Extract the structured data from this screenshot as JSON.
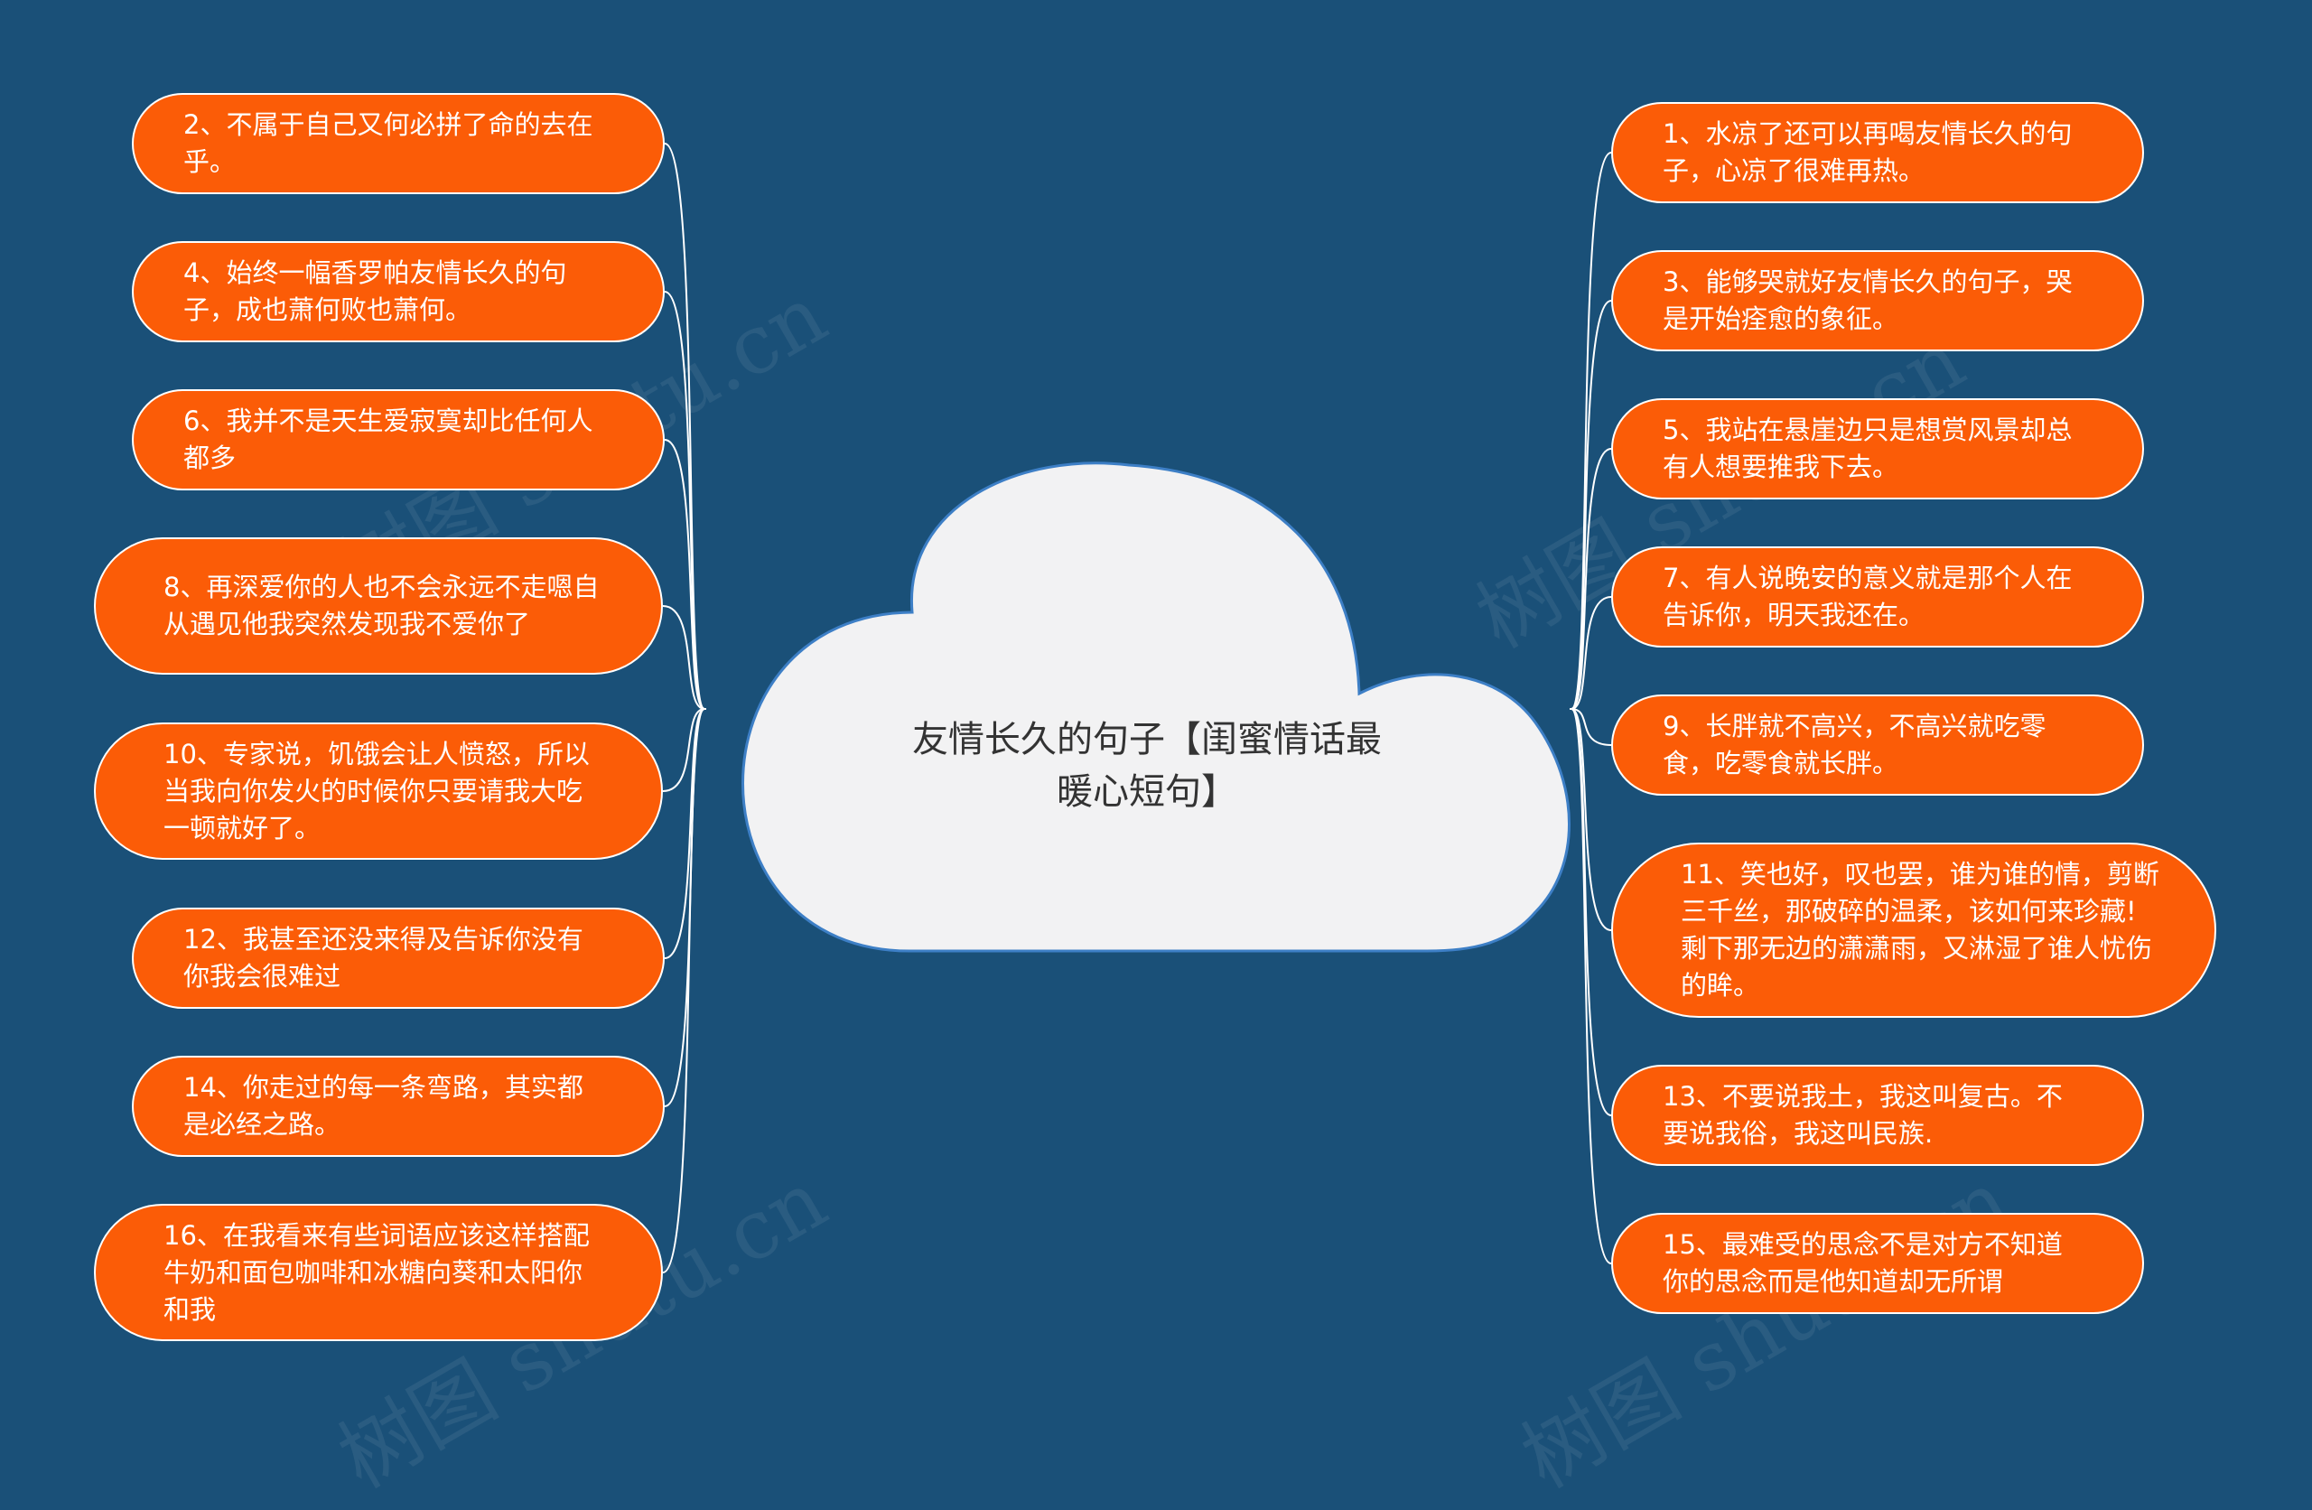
{
  "colors": {
    "background": "#1a5078",
    "node_fill": "#fb5c07",
    "node_border": "#ffffff",
    "cloud_fill": "#f2f2f3",
    "cloud_stroke": "#3d7fc6",
    "connector": "#ffffff"
  },
  "central": {
    "title": "友情长久的句子【闺蜜情话最暖心短句】"
  },
  "watermark": "树图 shutu.cn",
  "left_nodes": [
    {
      "text": "2、不属于自己又何必拼了命的去在乎。"
    },
    {
      "text": "4、始终一幅香罗帕友情长久的句子，成也萧何败也萧何。"
    },
    {
      "text": "6、我并不是天生爱寂寞却比任何人都多"
    },
    {
      "text": "8、再深爱你的人也不会永远不走嗯自从遇见他我突然发现我不爱你了"
    },
    {
      "text": "10、专家说，饥饿会让人愤怒，所以当我向你发火的时候你只要请我大吃一顿就好了。"
    },
    {
      "text": "12、我甚至还没来得及告诉你没有你我会很难过"
    },
    {
      "text": "14、你走过的每一条弯路，其实都是必经之路。"
    },
    {
      "text": "16、在我看来有些词语应该这样搭配牛奶和面包咖啡和冰糖向葵和太阳你和我"
    }
  ],
  "right_nodes": [
    {
      "text": "1、水凉了还可以再喝友情长久的句子，心凉了很难再热。"
    },
    {
      "text": "3、能够哭就好友情长久的句子，哭是开始痊愈的象征。"
    },
    {
      "text": "5、我站在悬崖边只是想赏风景却总有人想要推我下去。"
    },
    {
      "text": "7、有人说晚安的意义就是那个人在告诉你，明天我还在。"
    },
    {
      "text": "9、长胖就不高兴，不高兴就吃零食，吃零食就长胖。"
    },
    {
      "text": "11、笑也好，叹也罢，谁为谁的情，剪断三千丝，那破碎的温柔，该如何来珍藏!剩下那无边的潇潇雨，又淋湿了谁人忧伤的眸。"
    },
    {
      "text": "13、不要说我土，我这叫复古。不要说我俗，我这叫民族."
    },
    {
      "text": "15、最难受的思念不是对方不知道你的思念而是他知道却无所谓"
    }
  ]
}
